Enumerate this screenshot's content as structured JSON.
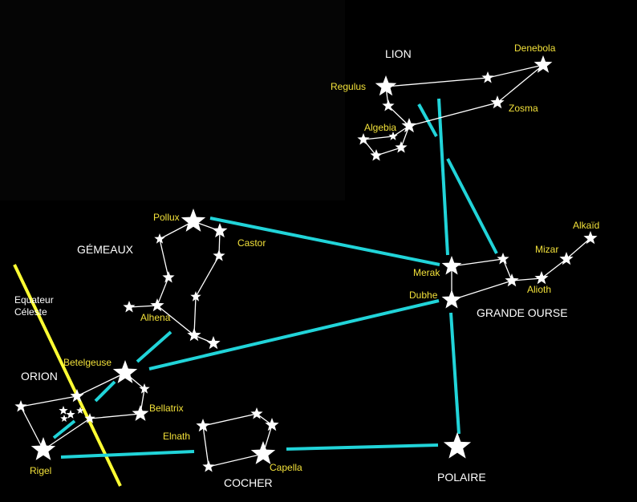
{
  "constellations": {
    "lion": "LION",
    "gemeaux": "GÉMEAUX",
    "orion": "ORION",
    "cocher": "COCHER",
    "grande_ourse": "GRANDE OURSE",
    "polaire": "POLAIRE"
  },
  "stars": {
    "regulus": "Regulus",
    "denebola": "Denebola",
    "zosma": "Zosma",
    "algebia": "Algebia",
    "pollux": "Pollux",
    "castor": "Castor",
    "alhena": "Alhena",
    "betelgeuse": "Betelgeuse",
    "bellatrix": "Bellatrix",
    "rigel": "Rigel",
    "elnath": "Elnath",
    "capella": "Capella",
    "merak": "Merak",
    "dubhe": "Dubhe",
    "alioth": "Alioth",
    "mizar": "Mizar",
    "alkaid": "Alkaïd"
  },
  "equator": {
    "line1": "Equateur",
    "line2": "Céleste"
  },
  "colors": {
    "background": "#000000",
    "guide_lines": "#21d4d9",
    "equator_line": "#ffff33",
    "star_labels": "#f2e13a",
    "constellation_labels": "#ffffff"
  }
}
